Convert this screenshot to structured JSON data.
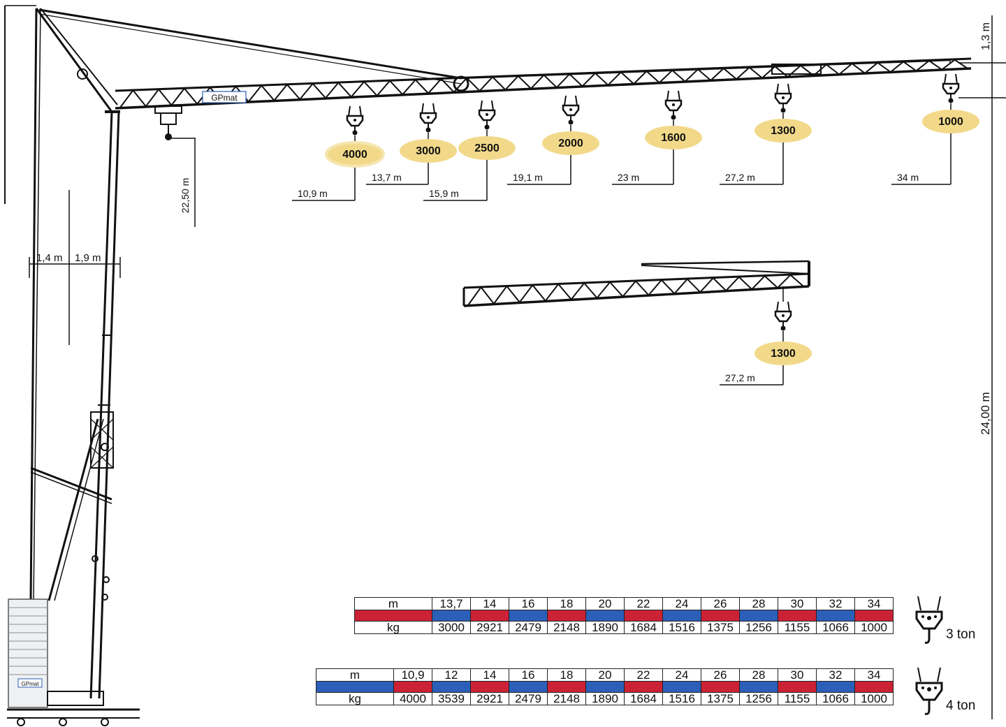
{
  "brand": "GPmat",
  "mast_offsets": [
    {
      "label": "1,4 m"
    },
    {
      "label": "1,9 m"
    }
  ],
  "hook_height_label": "22,50 m",
  "tower_height_label": "24,00 m",
  "tip_height_label": "1,3 m",
  "main_jib_loads": [
    {
      "load": "4000",
      "radius": "10,9 m"
    },
    {
      "load": "3000",
      "radius": "13,7 m"
    },
    {
      "load": "2500",
      "radius": "15,9 m"
    },
    {
      "load": "2000",
      "radius": "19,1 m"
    },
    {
      "load": "1600",
      "radius": "23 m"
    },
    {
      "load": "1300",
      "radius": "27,2 m"
    },
    {
      "load": "1000",
      "radius": "34 m"
    }
  ],
  "short_jib_load": {
    "load": "1300",
    "radius": "27,2 m"
  },
  "tables": [
    {
      "id": "3ton",
      "caption": "3 ton",
      "row_m_label": "m",
      "row_kg_label": "kg",
      "radii": [
        "13,7",
        "14",
        "16",
        "18",
        "20",
        "22",
        "24",
        "26",
        "28",
        "30",
        "32",
        "34"
      ],
      "loads": [
        "3000",
        "2921",
        "2479",
        "2148",
        "1890",
        "1684",
        "1516",
        "1375",
        "1256",
        "1155",
        "1066",
        "1000"
      ],
      "header_color": "red",
      "colors": [
        "blue",
        "red",
        "blue",
        "red",
        "blue",
        "red",
        "blue",
        "red",
        "blue",
        "red",
        "blue",
        "red"
      ]
    },
    {
      "id": "4ton",
      "caption": "4 ton",
      "row_m_label": "m",
      "row_kg_label": "kg",
      "radii": [
        "10,9",
        "12",
        "14",
        "16",
        "18",
        "20",
        "22",
        "24",
        "26",
        "28",
        "30",
        "32",
        "34"
      ],
      "loads": [
        "4000",
        "3539",
        "2921",
        "2479",
        "2148",
        "1890",
        "1684",
        "1516",
        "1375",
        "1256",
        "1155",
        "1066",
        "1000"
      ],
      "header_color": "blue",
      "colors": [
        "red",
        "blue",
        "red",
        "blue",
        "red",
        "blue",
        "red",
        "blue",
        "red",
        "blue",
        "red",
        "blue",
        "red"
      ]
    }
  ],
  "palette": {
    "red": "#cc2236",
    "blue": "#2b5fb8",
    "load_blob": "#f2d98a"
  }
}
